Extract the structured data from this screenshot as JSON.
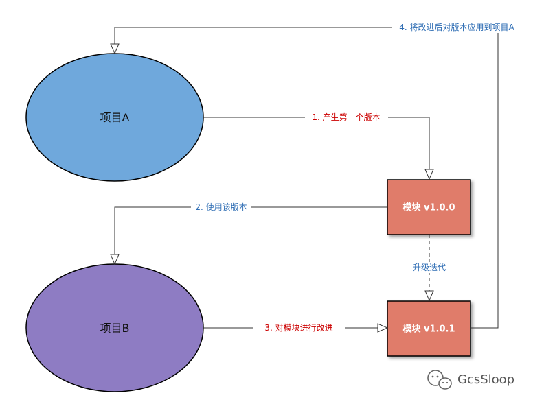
{
  "nodes": {
    "project_a": {
      "label": "项目A",
      "fill": "#6fa8dc"
    },
    "project_b": {
      "label": "项目B",
      "fill": "#8e7cc3"
    },
    "module_v100": {
      "label": "模块 v1.0.0",
      "fill": "#e07b6a"
    },
    "module_v101": {
      "label": "模块 v1.0.1",
      "fill": "#e07b6a"
    }
  },
  "edges": {
    "produce_first_version": {
      "label": "1. 产生第一个版本",
      "color": "#cc0000"
    },
    "use_this_version": {
      "label": "2. 使用该版本",
      "color": "#2e6db4"
    },
    "improve_module": {
      "label": "3. 对模块进行改进",
      "color": "#cc0000"
    },
    "apply_improved_version": {
      "label": "4. 将改进后对版本应用到项目A",
      "color": "#2e6db4"
    },
    "upgrade_iteration": {
      "label": "升级迭代",
      "color": "#2e6db4"
    }
  },
  "watermark": {
    "text": "GcsSloop",
    "icon": "wechat-icon"
  }
}
